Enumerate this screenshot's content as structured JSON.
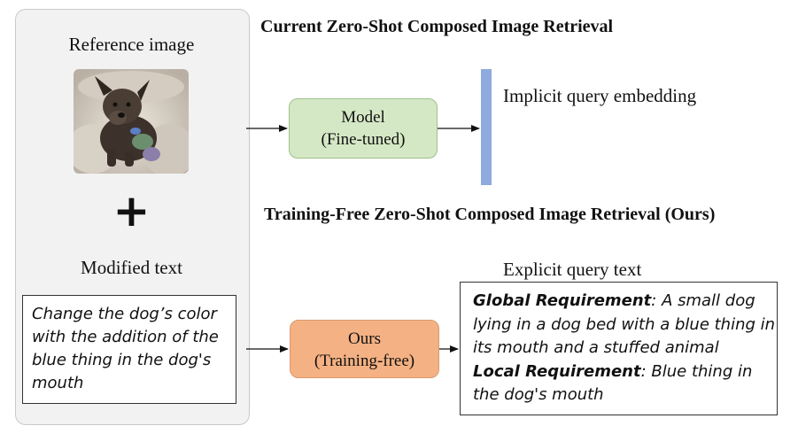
{
  "left": {
    "reference_title": "Reference image",
    "plus_symbol": "+",
    "modified_title": "Modified text",
    "modified_text": "Change the dog’s color with the addition of the blue thing in the dog's mouth"
  },
  "current": {
    "heading": "Current Zero-Shot Composed Image Retrieval",
    "model_line1": "Model",
    "model_line2": "(Fine-tuned)",
    "implicit_label": "Implicit query embedding"
  },
  "ours": {
    "heading": "Training-Free Zero-Shot Composed Image Retrieval (Ours)",
    "box_line1": "Ours",
    "box_line2": "(Training-free)",
    "explicit_label": "Explicit query text",
    "global_label": "Global Requirement",
    "global_text": ": A small dog lying in a dog bed with a blue thing in its mouth and a stuffed animal",
    "local_label": "Local Requirement",
    "local_text": ": Blue thing in the dog's mouth"
  },
  "colors": {
    "model_box": "#d5e8c5",
    "ours_box": "#f4b183",
    "embedding_bar": "#8faadc"
  }
}
